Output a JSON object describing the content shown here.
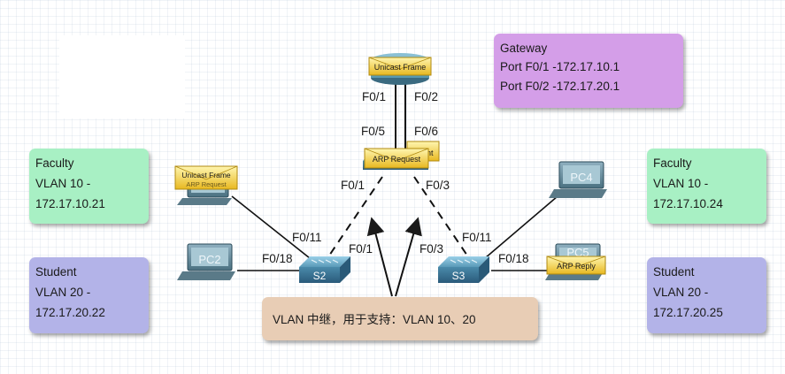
{
  "gateway": {
    "title": "Gateway",
    "port_f01": "Port F0/1 -172.17.10.1",
    "port_f02": "Port F0/2 -172.17.20.1"
  },
  "faculty_left": {
    "line1": "Faculty",
    "line2": "VLAN 10 -",
    "line3": "172.17.10.21"
  },
  "student_left": {
    "line1": "Student",
    "line2": "VLAN 20 -",
    "line3": "172.17.20.22"
  },
  "faculty_right": {
    "line1": "Faculty",
    "line2": "VLAN 10 -",
    "line3": "172.17.10.24"
  },
  "student_right": {
    "line1": "Student",
    "line2": "VLAN 20 -",
    "line3": "172.17.20.25"
  },
  "trunk_note": "VLAN 中继，用于支持：VLAN 10、20",
  "ports": {
    "r_f01": "F0/1",
    "r_f02": "F0/2",
    "s1_f05": "F0/5",
    "s1_f06": "F0/6",
    "s1_f01": "F0/1",
    "s1_f03": "F0/3",
    "s2_f011": "F0/11",
    "s2_f018": "F0/18",
    "s2_f01": "F0/1",
    "s3_f03": "F0/3",
    "s3_f011": "F0/11",
    "s3_f018": "F0/18"
  },
  "devices": {
    "s2": "S2",
    "s3": "S3",
    "pc2": "PC2",
    "pc4": "PC4",
    "pc5": "PC5"
  },
  "messages": {
    "router_frame": "Unicast Frame",
    "s1_request": "ARP Request",
    "s1_hidden": "nt",
    "pc1_frame": "Unicast Frame",
    "pc1_hidden": "ARP Request",
    "pc5_reply": "ARP Reply"
  },
  "colors": {
    "gateway_bg": "#d49ee8",
    "faculty_bg": "#a8f0c4",
    "student_bg": "#b3b3e8",
    "trunk_bg": "#e8cdb5",
    "envelope": "#f4d23a",
    "switch_blue": "#3a7a9a"
  }
}
